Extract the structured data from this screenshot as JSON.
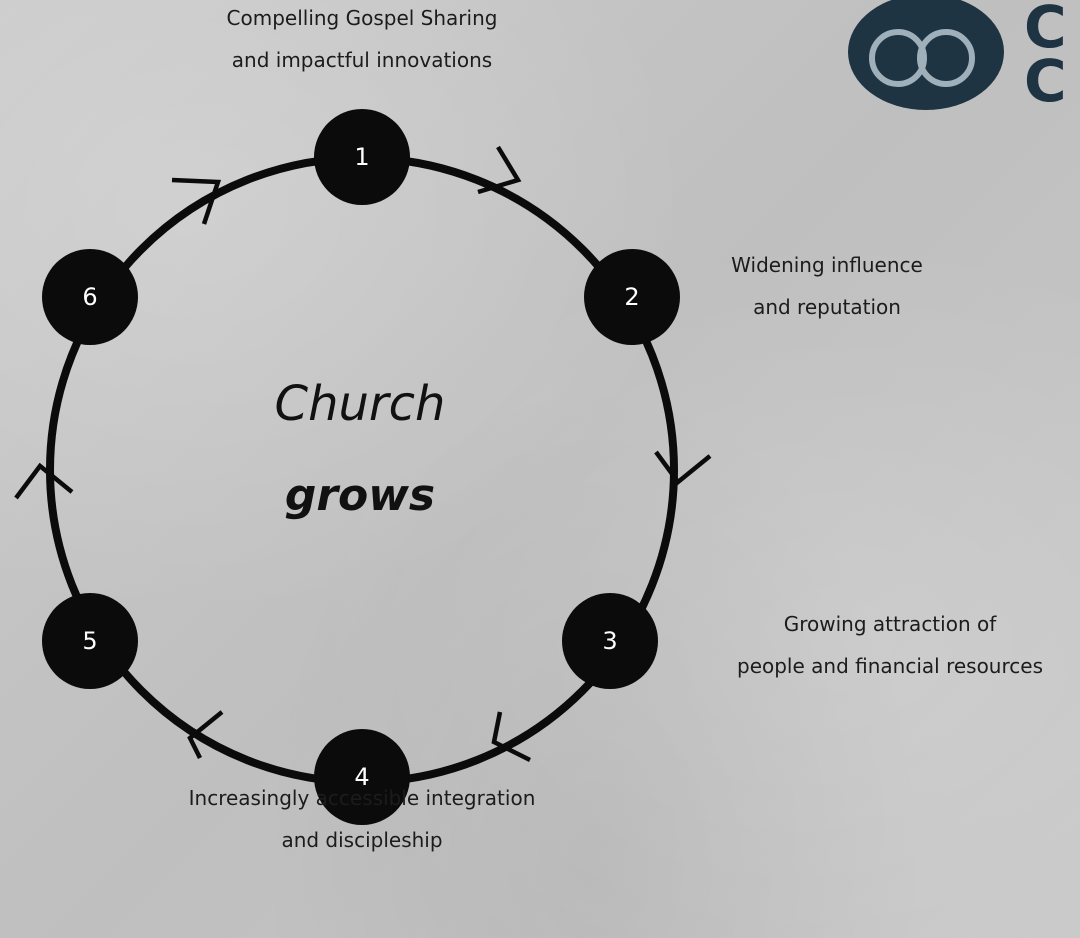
{
  "diagram": {
    "center": {
      "line1": "Church",
      "line2": "grows"
    },
    "nodes": [
      {
        "number": "1",
        "label_lines": [
          "Compelling Gospel Sharing",
          "and impactful innovations"
        ]
      },
      {
        "number": "2",
        "label_lines": [
          "Widening influence",
          "and reputation"
        ]
      },
      {
        "number": "3",
        "label_lines": [
          "Growing attraction of",
          "people and financial resources"
        ]
      },
      {
        "number": "4",
        "label_lines": [
          "Increasingly accessible integration",
          "and discipleship"
        ]
      },
      {
        "number": "5",
        "label_lines": []
      },
      {
        "number": "6",
        "label_lines": []
      }
    ],
    "flow_direction": "clockwise"
  },
  "logo": {
    "letters": [
      "C",
      "C"
    ],
    "color": "#1e3442"
  },
  "colors": {
    "background": "#c6c6c6",
    "node_fill": "#0b0b0b",
    "node_text": "#ffffff",
    "text": "#1c1c1c"
  }
}
